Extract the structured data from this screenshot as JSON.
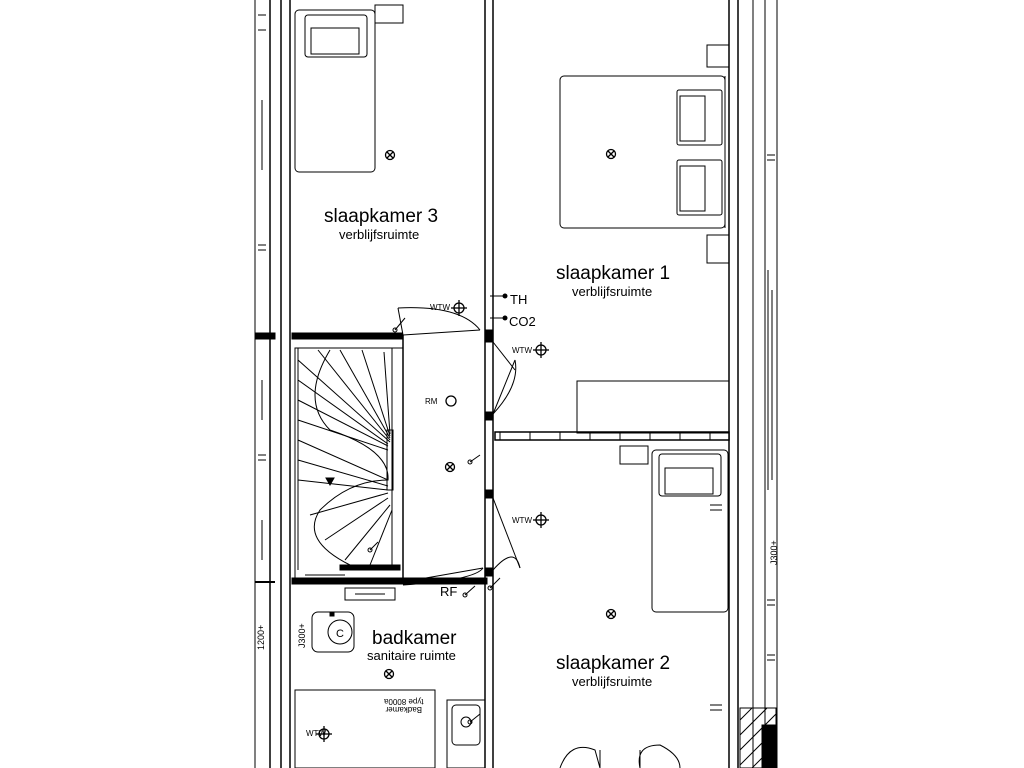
{
  "rooms": {
    "slaapkamer3": {
      "name": "slaapkamer 3",
      "type": "verblijfsruimte"
    },
    "slaapkamer1": {
      "name": "slaapkamer 1",
      "type": "verblijfsruimte"
    },
    "slaapkamer2": {
      "name": "slaapkamer 2",
      "type": "verblijfsruimte"
    },
    "badkamer": {
      "name": "badkamer",
      "type": "sanitaire ruimte"
    }
  },
  "symbols": {
    "th": "TH",
    "co2": "CO2",
    "rm": "RM",
    "rf": "RF",
    "wtw": "WTW"
  },
  "dimensions": {
    "d1200": "1200+",
    "d300_left": "J300+",
    "d300_right": "J300+"
  },
  "fixtures": {
    "badkamer_note_line1": "Badkamer",
    "badkamer_note_line2": "type 8000a"
  }
}
